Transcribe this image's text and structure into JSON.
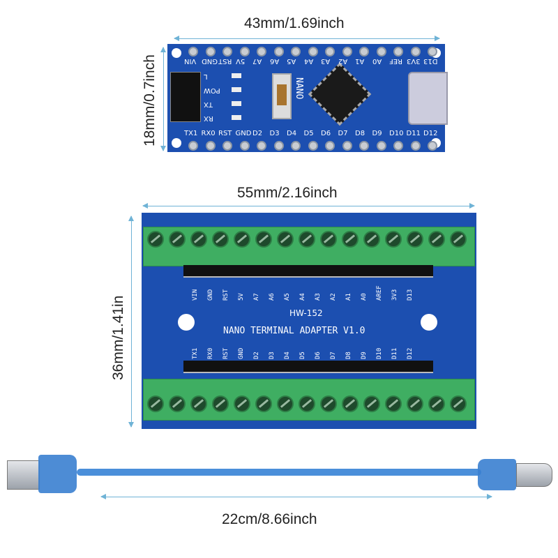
{
  "dimensions": {
    "nano_width": "43mm/1.69inch",
    "nano_height": "18mm/0.7inch",
    "adapter_width": "55mm/2.16inch",
    "adapter_height": "36mm/1.41in",
    "cable_length": "22cm/8.66inch"
  },
  "nano": {
    "top_pins": [
      "VIN",
      "GND",
      "RST",
      "5V",
      "A7",
      "A6",
      "A5",
      "A4",
      "A3",
      "A2",
      "A1",
      "A0",
      "REF",
      "3V3",
      "D13"
    ],
    "bottom_pins": [
      "TX1",
      "RX0",
      "RST",
      "GND",
      "D2",
      "D3",
      "D4",
      "D5",
      "D6",
      "D7",
      "D8",
      "D9",
      "D10",
      "D11",
      "D12"
    ],
    "leds": [
      "L",
      "POW",
      "TX",
      "RX"
    ],
    "board_label": "NANO"
  },
  "adapter": {
    "model": "HW-152",
    "title": "NANO TERMINAL ADAPTER V1.0",
    "top_pins": [
      "VIN",
      "GND",
      "RST",
      "5V",
      "A7",
      "A6",
      "A5",
      "A4",
      "A3",
      "A2",
      "A1",
      "A0",
      "AREF",
      "3V3",
      "D13"
    ],
    "bottom_pins": [
      "TX1",
      "RX0",
      "RST",
      "GND",
      "D2",
      "D3",
      "D4",
      "D5",
      "D6",
      "D7",
      "D8",
      "D9",
      "D10",
      "D11",
      "D12"
    ]
  },
  "colors": {
    "pcb": "#1c4fb0",
    "terminal": "#3fae62",
    "cable": "#3a7fd0",
    "dimension_line": "#6fb3d6"
  }
}
